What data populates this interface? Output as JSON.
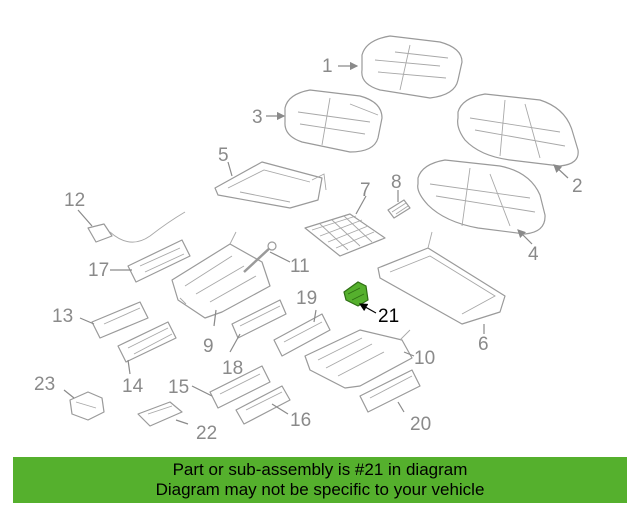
{
  "colors": {
    "highlight": "#55b02d",
    "banner": "#55b02d",
    "line_art": "#9a9a9a",
    "callout_text": "#8a8a8a"
  },
  "highlighted_part": "21",
  "callouts": {
    "c1": "1",
    "c2": "2",
    "c3": "3",
    "c4": "4",
    "c5": "5",
    "c6": "6",
    "c7": "7",
    "c8": "8",
    "c9": "9",
    "c10": "10",
    "c11": "11",
    "c12": "12",
    "c13": "13",
    "c14": "14",
    "c15": "15",
    "c16": "16",
    "c17": "17",
    "c18": "18",
    "c19": "19",
    "c20": "20",
    "c21": "21",
    "c22": "22",
    "c23": "23"
  },
  "banner": {
    "line1": "Part or sub-assembly is #21 in diagram",
    "line2": "Diagram may not be specific to your vehicle"
  }
}
